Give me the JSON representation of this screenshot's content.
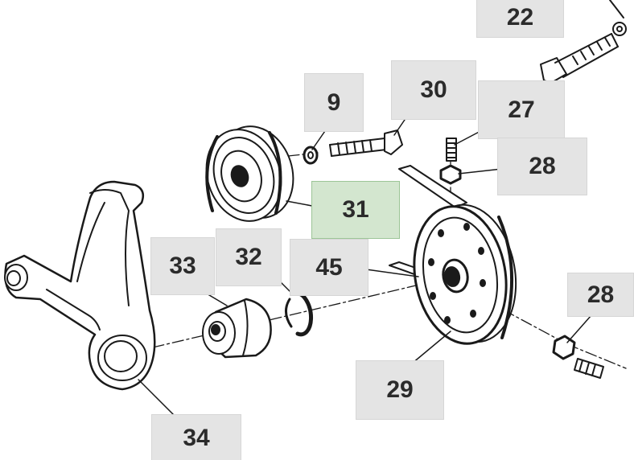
{
  "diagram": {
    "callouts": [
      {
        "id": "c22",
        "label": "22",
        "selected": false
      },
      {
        "id": "c9",
        "label": "9",
        "selected": false
      },
      {
        "id": "c30",
        "label": "30",
        "selected": false
      },
      {
        "id": "c27",
        "label": "27",
        "selected": false
      },
      {
        "id": "c28a",
        "label": "28",
        "selected": false
      },
      {
        "id": "c31",
        "label": "31",
        "selected": true
      },
      {
        "id": "c33",
        "label": "33",
        "selected": false
      },
      {
        "id": "c32",
        "label": "32",
        "selected": false
      },
      {
        "id": "c45",
        "label": "45",
        "selected": false
      },
      {
        "id": "c28b",
        "label": "28",
        "selected": false
      },
      {
        "id": "c29",
        "label": "29",
        "selected": false
      },
      {
        "id": "c34",
        "label": "34",
        "selected": false
      }
    ],
    "colors": {
      "label_box": "#e4e4e4",
      "label_box_selected": "#d3e6cf",
      "line_art": "#1a1a1a"
    }
  }
}
